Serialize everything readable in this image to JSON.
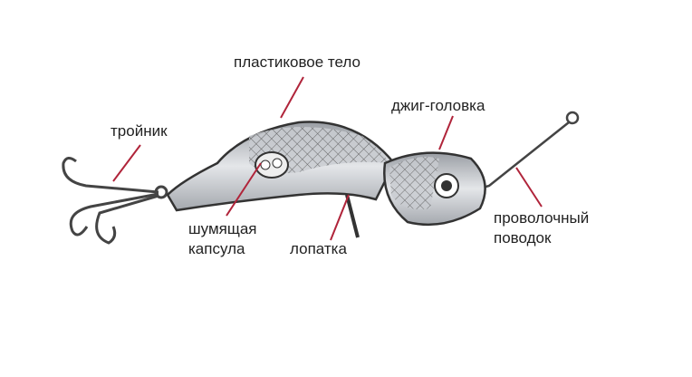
{
  "title": "Устройство приманки",
  "labels": {
    "body": "пластиковое тело",
    "treble_hook": "тройник",
    "jig_head": "джиг-головка",
    "rattle_line1": "шумящая",
    "rattle_line2": "капсула",
    "blade": "лопатка",
    "wire_line1": "проволочный",
    "wire_line2": "поводок"
  },
  "colors": {
    "leader": "#b0243a",
    "outline": "#333333",
    "body": "#d4d6da"
  }
}
